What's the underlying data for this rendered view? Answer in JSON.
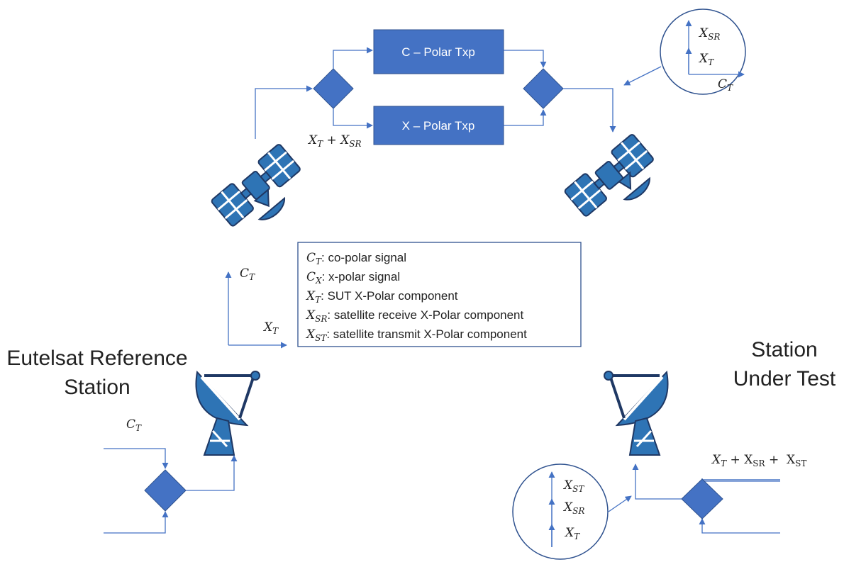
{
  "colors": {
    "accent": "#4472c4",
    "icon_fill": "#2e74b5",
    "icon_outline": "#1f3864"
  },
  "boxes": {
    "c_polar": "C – Polar Txp",
    "x_polar": "X – Polar Txp"
  },
  "stations": {
    "reference_line1": "Eutelsat Reference",
    "reference_line2": "Station",
    "under_test_line1": "Station",
    "under_test_line2": "Under Test"
  },
  "legend": [
    {
      "sym": "C",
      "sub": "T",
      "text": ": co-polar signal"
    },
    {
      "sym": "C",
      "sub": "X",
      "text": ": x-polar signal"
    },
    {
      "sym": "X",
      "sub": "T",
      "text": ": SUT X-Polar component"
    },
    {
      "sym": "X",
      "sub": "SR",
      "text": ": satellite receive X-Polar component"
    },
    {
      "sym": "X",
      "sub": "ST",
      "text": ": satellite transmit X-Polar component"
    }
  ],
  "labels": {
    "uplink_sum": {
      "a": "X",
      "a_sub": "T",
      "op": " + ",
      "b": "X",
      "b_sub": "SR"
    },
    "top_circle": {
      "x_sr": "SR",
      "x_t": "T",
      "c_t": "T",
      "sym_x": "X",
      "sym_c": "C"
    },
    "mid_axes": {
      "c_t_sym": "C",
      "c_t_sub": "T",
      "x_t_sym": "X",
      "x_t_sub": "T"
    },
    "ref_input": {
      "sym": "C",
      "sub": "T"
    },
    "sut_input": {
      "a": "X",
      "a_sub": "T",
      "plus1": " + ",
      "b": "X",
      "b_sub": "SR",
      "plus2": " +  ",
      "c": "X",
      "c_sub": "ST"
    },
    "bottom_circle": {
      "sym": "X",
      "st": "ST",
      "sr": "SR",
      "t": "T"
    }
  },
  "icons": [
    "satellite-icon",
    "satellite-icon",
    "dish-antenna-icon",
    "dish-antenna-icon",
    "diamond-combiner-icon"
  ]
}
